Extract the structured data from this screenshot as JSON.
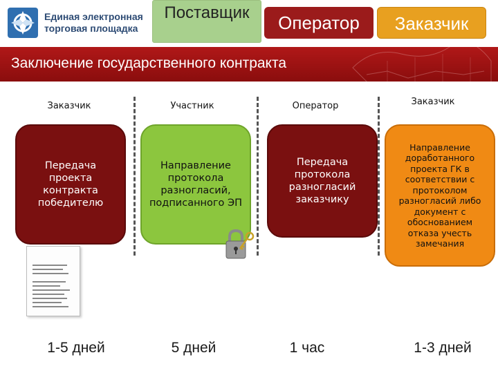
{
  "header": {
    "logo_text": "Единая электронная\nторговая площадка",
    "tabs": [
      "Поставщик",
      "Оператор",
      "Заказчик"
    ]
  },
  "band": {
    "title": "Заключение государственного контракта"
  },
  "columns": [
    {
      "head": "Заказчик",
      "card": "Передача проекта контракта победителю",
      "duration": "1-5 дней"
    },
    {
      "head": "Участник",
      "card": "Направление протокола разногласий, подписанного ЭП",
      "duration": "5 дней"
    },
    {
      "head": "Оператор",
      "card": "Передача протокола разногласий заказчику",
      "duration": "1 час"
    },
    {
      "head": "Заказчик",
      "card": "Направление доработанного проекта ГК в соответствии с протоколом разногласий либо документ с обоснованием отказа учесть замечания",
      "duration": "1-3 дней"
    }
  ],
  "icons": {
    "logo": "logo-icon",
    "document": "document-icon",
    "lock": "padlock-key-icon"
  },
  "colors": {
    "band": "#9b1b1b",
    "supplier_tab": "#a8d08d",
    "operator_tab": "#9b1b1b",
    "customer_tab": "#e8a020",
    "card_red": "#7a1010",
    "card_green": "#8cc63e",
    "card_orange": "#f08a14"
  }
}
